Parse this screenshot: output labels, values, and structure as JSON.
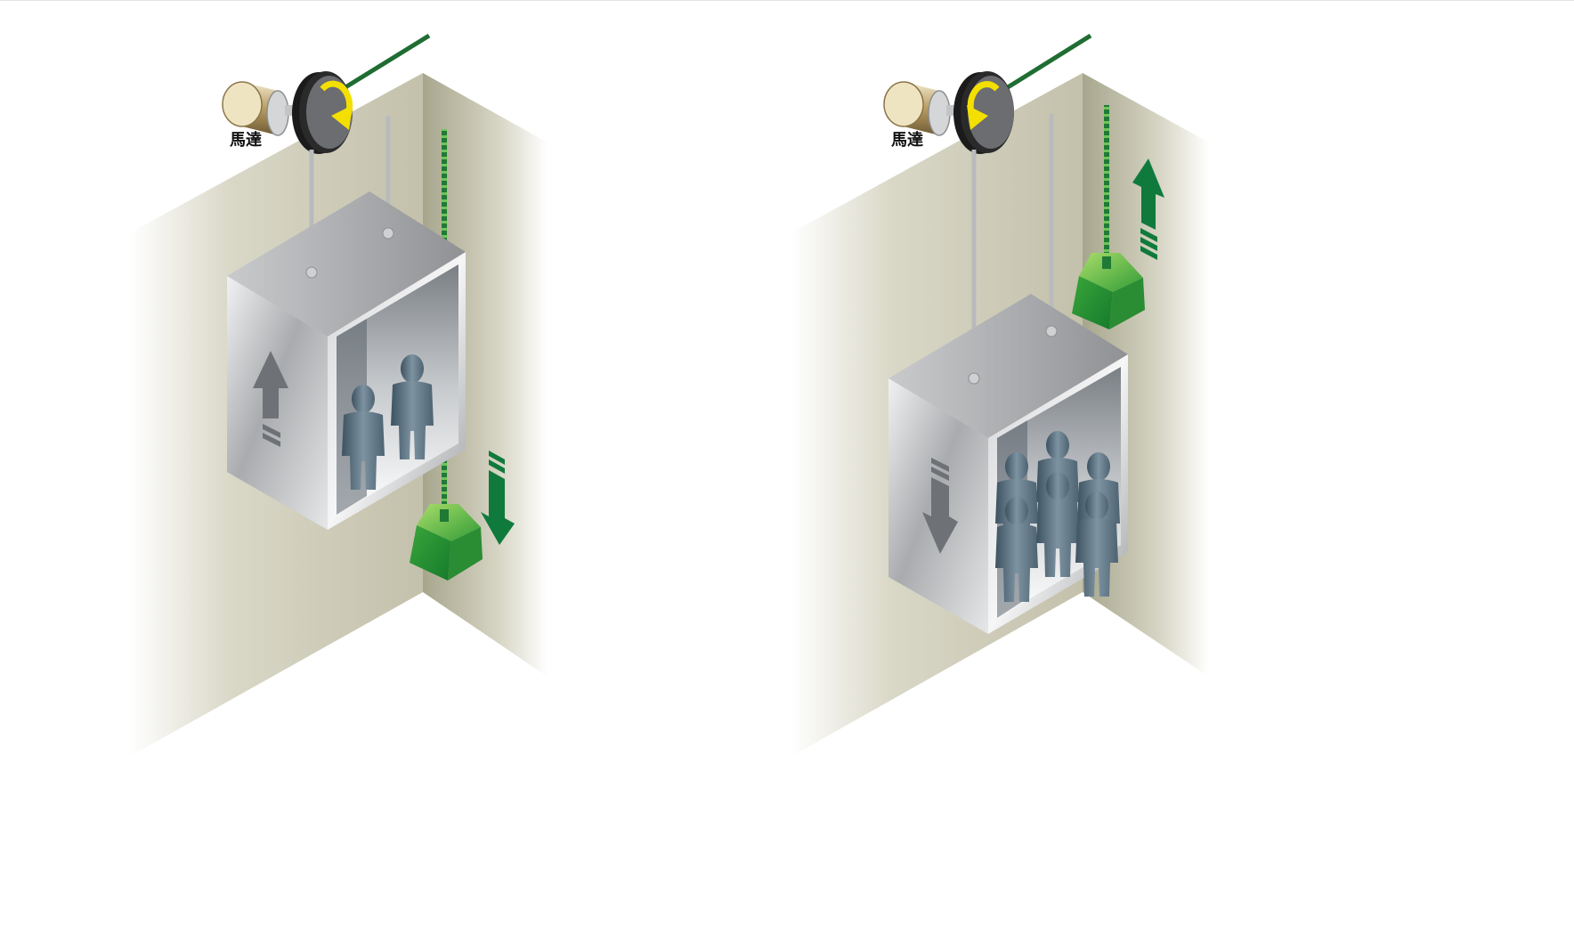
{
  "panels": [
    {
      "id": "car-rising",
      "motor_label": "馬達",
      "sheave_rotation": "clockwise",
      "car_direction": "up",
      "counterweight_direction": "down",
      "passenger_count": 2
    },
    {
      "id": "car-descending",
      "motor_label": "馬達",
      "sheave_rotation": "counterclockwise",
      "car_direction": "down",
      "counterweight_direction": "up",
      "passenger_count": 6
    }
  ],
  "colors": {
    "wall": "#cfcdb8",
    "car_metal": "#b9bbbe",
    "counterweight": "#3fae3a",
    "cable_green": "#1f7a35",
    "arrow_green": "#0f7a3c",
    "arrow_grey": "#6e7276",
    "sheave_arrow": "#f3e000",
    "passenger": "#5f7686"
  }
}
